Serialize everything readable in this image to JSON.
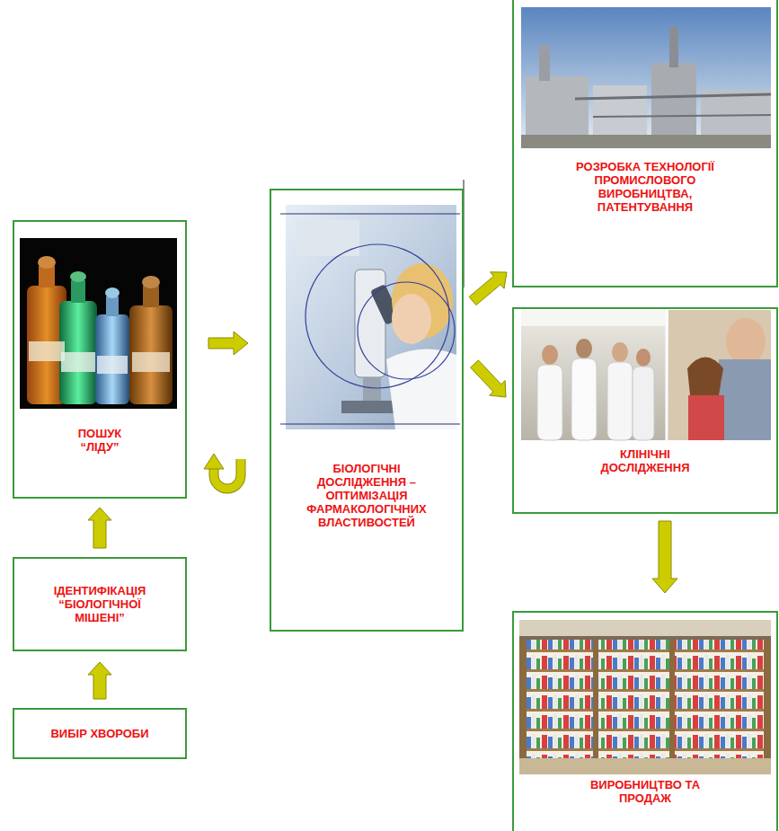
{
  "diagram": {
    "nodes": [
      {
        "text": [
          "ВИБІР ХВОРОБИ"
        ]
      },
      {
        "text": [
          "ІДЕНТИФІКАЦІЯ “БІОЛОГІЧНОЇ МІШЕНІ”"
        ]
      },
      {
        "text": [
          "ПОШУК “ЛІДУ”"
        ]
      },
      {
        "text": [
          "БІОЛОГІЧНІ ДОСЛІДЖЕННЯ – ОПТИМІЗАЦІЯ ФАРМАКОЛОГІЧНИХ ВЛАСТИВОСТЕЙ"
        ]
      },
      {
        "text": [
          "РОЗРОБКА ТЕХНОЛОГІЇ ПРОМИСЛОВОГО ВИРОБНИЦТВА, ПАТЕНТУВАННЯ"
        ]
      },
      {
        "text": [
          "КЛІНІЧНІ ДОСЛІДЖЕННЯ"
        ]
      },
      {
        "text": [
          "ВИРОБНИЦТВО ТА ПРОДАЖ"
        ]
      }
    ],
    "edges": [
      {
        "from": 0,
        "to": 1,
        "arrow": "to"
      },
      {
        "from": 1,
        "to": 2,
        "arrow": "to"
      },
      {
        "from": 2,
        "to": 3,
        "arrow": "to"
      },
      {
        "from": 3,
        "to": 2,
        "arrow": "to"
      },
      {
        "from": 3,
        "to": 4,
        "arrow": "to"
      },
      {
        "from": 3,
        "to": 5,
        "arrow": "to"
      },
      {
        "from": 5,
        "to": 6,
        "arrow": "to"
      }
    ]
  }
}
